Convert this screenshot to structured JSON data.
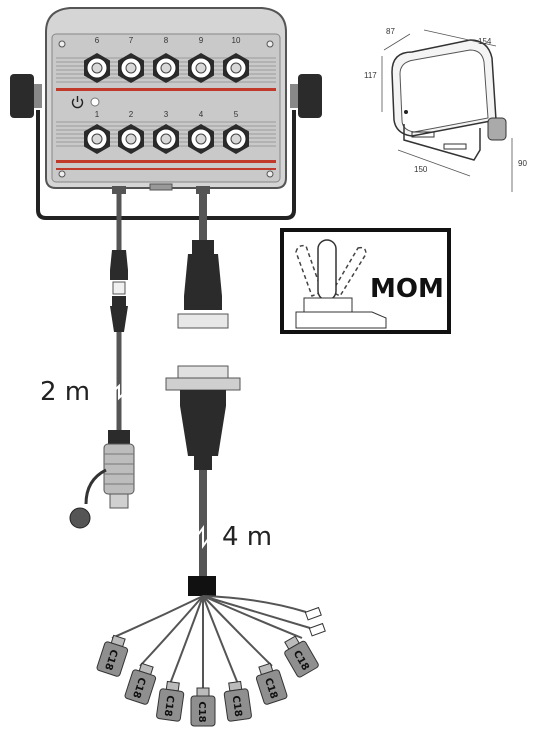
{
  "panel": {
    "top_numbers": [
      "6",
      "7",
      "8",
      "9",
      "10"
    ],
    "bottom_numbers": [
      "1",
      "2",
      "3",
      "4",
      "5"
    ]
  },
  "dimensions": {
    "depth": "87",
    "width": "154",
    "height": "117",
    "base_width": "150",
    "base_height": "90"
  },
  "switch_label": "MOM",
  "cable_lengths": {
    "short": "2 m",
    "long": "4 m"
  },
  "connector_label": "C18",
  "colors": {
    "body": "#d9d9d9",
    "stripe": "#c0392b",
    "cable": "#555555",
    "outline": "#222222"
  }
}
